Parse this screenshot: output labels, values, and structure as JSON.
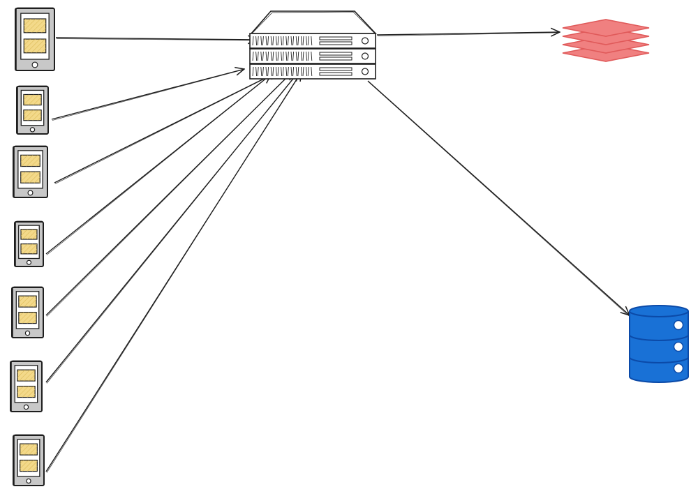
{
  "diagram": {
    "devices": [
      {
        "id": "device-1",
        "icon": "tablet-icon"
      },
      {
        "id": "device-2",
        "icon": "tablet-icon"
      },
      {
        "id": "device-3",
        "icon": "tablet-icon"
      },
      {
        "id": "device-4",
        "icon": "tablet-icon"
      },
      {
        "id": "device-5",
        "icon": "tablet-icon"
      },
      {
        "id": "device-6",
        "icon": "tablet-icon"
      },
      {
        "id": "device-7",
        "icon": "tablet-icon"
      }
    ],
    "server": {
      "icon": "server-rack-icon",
      "units": 3
    },
    "layers": {
      "icon": "stacked-layers-icon",
      "count": 4
    },
    "database": {
      "icon": "database-icon"
    },
    "connections": [
      {
        "from": "device-1",
        "to": "server"
      },
      {
        "from": "device-2",
        "to": "server"
      },
      {
        "from": "device-3",
        "to": "server"
      },
      {
        "from": "device-4",
        "to": "server"
      },
      {
        "from": "device-5",
        "to": "server"
      },
      {
        "from": "device-6",
        "to": "server"
      },
      {
        "from": "device-7",
        "to": "server"
      },
      {
        "from": "server",
        "to": "layers"
      },
      {
        "from": "server",
        "to": "database"
      }
    ],
    "colors": {
      "stroke": "#1e1e1e",
      "device_fill": "#c8c8c8",
      "screen_panel": "#f3d98a",
      "layers_fill": "#f08080",
      "layers_stroke": "#e05a5a",
      "database_fill": "#1971d6",
      "database_stroke": "#0b4aa8",
      "server_fill": "#ffffff"
    }
  }
}
